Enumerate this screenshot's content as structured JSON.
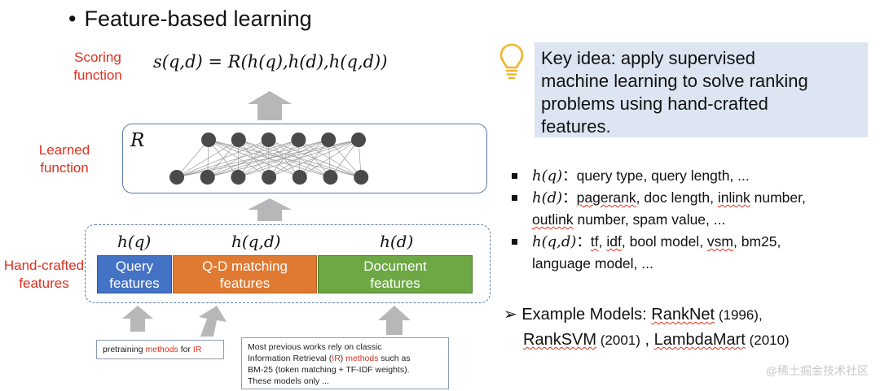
{
  "title": "Feature-based learning",
  "title_bullet": "•",
  "labels": {
    "scoring_line1": "Scoring",
    "scoring_line2": "function",
    "learned_line1": "Learned",
    "learned_line2": "function",
    "hand_line1": "Hand-crafted",
    "hand_line2": "features"
  },
  "formula": "s(q,d) = R(h(q),h(d),h(q,d))",
  "nn_label": "R",
  "neural_net": {
    "top_layer_nodes": 6,
    "bottom_layer_nodes": 7,
    "node_color": "#4a4a4a"
  },
  "feature_headers": {
    "q": "h(q)",
    "qd": "h(q,d)",
    "d": "h(d)"
  },
  "feature_boxes": {
    "query": {
      "line1": "Query",
      "line2": "features",
      "color": "#4472c4"
    },
    "qd": {
      "line1": "Q-D matching",
      "line2": "features",
      "color": "#e07a32"
    },
    "doc": {
      "line1": "Document",
      "line2": "features",
      "color": "#6ea845"
    }
  },
  "notes": {
    "note1": {
      "pre": "pretraining ",
      "red1": "methods",
      "mid": " for ",
      "red2": "IR"
    },
    "note2": {
      "l1": "Most previous works rely on classic",
      "l2a": "Information Retrieval (",
      "l2r1": "IR",
      "l2b": ") ",
      "l2r2": "methods",
      "l2c": " such as",
      "l3": "BM-25 (token matching + TF-IDF weights).",
      "l4": "These models only ..."
    }
  },
  "key_idea": {
    "l1": "Key idea: apply supervised",
    "l2": "machine learning to solve ranking",
    "l3": "problems using hand-crafted",
    "l4": "features."
  },
  "bullets": {
    "b1_math": "h(q)",
    "b1_text": "query type, query length, ...",
    "b2_math": "h(d)",
    "b2_a": "pagerank",
    "b2_b": ", doc length, ",
    "b2_c": "inlink",
    "b2_d": " number,",
    "b2_e": "outlink",
    "b2_f": " number, spam value, ...",
    "b3_math": "h(q,d)",
    "b3_a": "tf",
    "b3_b": ", ",
    "b3_c": "idf",
    "b3_d": ", bool model, ",
    "b3_e": "vsm",
    "b3_f": ", bm25,",
    "b3_g": "language model, ...",
    "colon": "："
  },
  "example": {
    "arrow": "➢",
    "prefix": "Example Models: ",
    "m1": "RankNet",
    "y1": " (1996),",
    "m2": "RankSVM",
    "y2": " (2001)",
    "sep": " , ",
    "m3": "LambdaMart",
    "y3": " (2010)"
  },
  "watermark": "@稀土掘金技术社区"
}
